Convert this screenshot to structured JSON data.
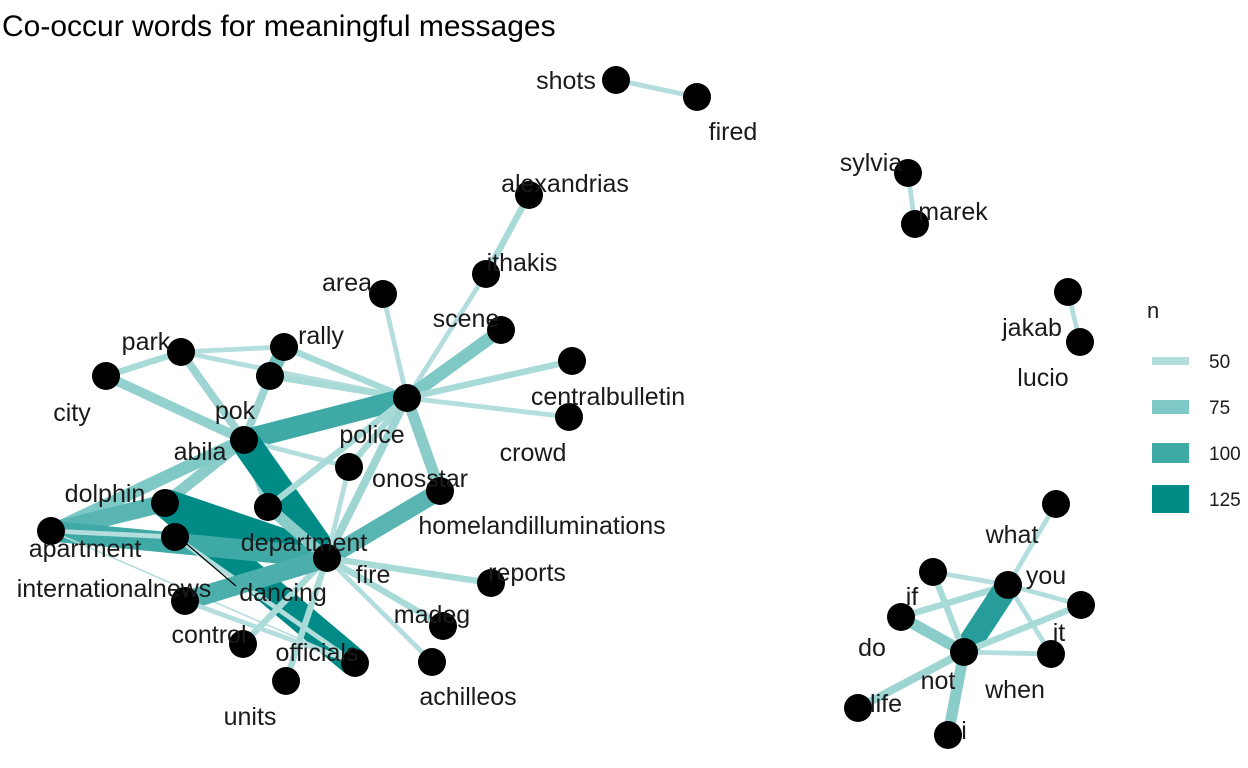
{
  "title": "Co-occur words for meaningful messages",
  "chart_data": {
    "type": "network",
    "legend": {
      "title": "n",
      "entries": [
        {
          "label": "50",
          "value": 50,
          "color": "#b3dedd"
        },
        {
          "label": "75",
          "value": 75,
          "color": "#7ec8c5"
        },
        {
          "label": "100",
          "value": 100,
          "color": "#3fa9a6"
        },
        {
          "label": "125",
          "value": 125,
          "color": "#008b87"
        }
      ]
    },
    "nodes": [
      {
        "id": "shots",
        "label": "shots"
      },
      {
        "id": "fired",
        "label": "fired"
      },
      {
        "id": "sylvia",
        "label": "sylvia"
      },
      {
        "id": "marek",
        "label": "marek"
      },
      {
        "id": "alexandrias",
        "label": "alexandrias"
      },
      {
        "id": "ithakis",
        "label": "ithakis"
      },
      {
        "id": "area",
        "label": "area"
      },
      {
        "id": "scene",
        "label": "scene"
      },
      {
        "id": "jakab",
        "label": "jakab"
      },
      {
        "id": "lucio",
        "label": "lucio"
      },
      {
        "id": "park",
        "label": "park"
      },
      {
        "id": "rally",
        "label": "rally"
      },
      {
        "id": "city",
        "label": "city"
      },
      {
        "id": "pok",
        "label": "pok"
      },
      {
        "id": "centralbulletin",
        "label": "centralbulletin"
      },
      {
        "id": "police",
        "label": "police"
      },
      {
        "id": "crowd",
        "label": "crowd"
      },
      {
        "id": "abila",
        "label": "abila"
      },
      {
        "id": "onosstar",
        "label": "onosstar"
      },
      {
        "id": "homelandilluminations",
        "label": "homelandilluminations"
      },
      {
        "id": "dolphin",
        "label": "dolphin"
      },
      {
        "id": "department",
        "label": "department"
      },
      {
        "id": "apartment",
        "label": "apartment"
      },
      {
        "id": "internationalnews",
        "label": "internationalnews"
      },
      {
        "id": "dancing",
        "label": "dancing"
      },
      {
        "id": "fire",
        "label": "fire"
      },
      {
        "id": "reports",
        "label": "reports"
      },
      {
        "id": "control",
        "label": "control"
      },
      {
        "id": "madeg",
        "label": "madeg"
      },
      {
        "id": "officials",
        "label": "officials"
      },
      {
        "id": "achilleos",
        "label": "achilleos"
      },
      {
        "id": "units",
        "label": "units"
      },
      {
        "id": "what",
        "label": "what"
      },
      {
        "id": "you",
        "label": "you"
      },
      {
        "id": "if",
        "label": "if"
      },
      {
        "id": "it",
        "label": "it"
      },
      {
        "id": "do",
        "label": "do"
      },
      {
        "id": "not",
        "label": "not"
      },
      {
        "id": "when",
        "label": "when"
      },
      {
        "id": "life",
        "label": "life"
      },
      {
        "id": "i",
        "label": "i"
      }
    ],
    "edges": [
      {
        "source": "shots",
        "target": "fired",
        "n": 50
      },
      {
        "source": "sylvia",
        "target": "marek",
        "n": 50
      },
      {
        "source": "jakab",
        "target": "lucio",
        "n": 50
      },
      {
        "source": "alexandrias",
        "target": "ithakis",
        "n": 55
      },
      {
        "source": "ithakis",
        "target": "police",
        "n": 50
      },
      {
        "source": "area",
        "target": "police",
        "n": 50
      },
      {
        "source": "scene",
        "target": "police",
        "n": 75
      },
      {
        "source": "centralbulletin",
        "target": "police",
        "n": 55
      },
      {
        "source": "crowd",
        "target": "police",
        "n": 50
      },
      {
        "source": "park",
        "target": "police",
        "n": 50
      },
      {
        "source": "park",
        "target": "rally",
        "n": 50
      },
      {
        "source": "rally",
        "target": "police",
        "n": 55
      },
      {
        "source": "pok",
        "target": "police",
        "n": 55
      },
      {
        "source": "rally",
        "target": "pok",
        "n": 80
      },
      {
        "source": "park",
        "target": "abila",
        "n": 60
      },
      {
        "source": "city",
        "target": "park",
        "n": 55
      },
      {
        "source": "city",
        "target": "abila",
        "n": 65
      },
      {
        "source": "pok",
        "target": "abila",
        "n": 60
      },
      {
        "source": "abila",
        "target": "police",
        "n": 100
      },
      {
        "source": "abila",
        "target": "onosstar",
        "n": 50
      },
      {
        "source": "abila",
        "target": "dolphin",
        "n": 70
      },
      {
        "source": "abila",
        "target": "department",
        "n": 60
      },
      {
        "source": "abila",
        "target": "fire",
        "n": 125
      },
      {
        "source": "abila",
        "target": "apartment",
        "n": 75
      },
      {
        "source": "police",
        "target": "onosstar",
        "n": 55
      },
      {
        "source": "police",
        "target": "homelandilluminations",
        "n": 70
      },
      {
        "source": "police",
        "target": "fire",
        "n": 60
      },
      {
        "source": "police",
        "target": "department",
        "n": 55
      },
      {
        "source": "dolphin",
        "target": "fire",
        "n": 125
      },
      {
        "source": "dolphin",
        "target": "apartment",
        "n": 90
      },
      {
        "source": "dolphin",
        "target": "dancing",
        "n": 125
      },
      {
        "source": "apartment",
        "target": "fire",
        "n": 100
      },
      {
        "source": "apartment",
        "target": "dancing",
        "n": 40
      },
      {
        "source": "apartment",
        "target": "internationalnews",
        "n": 50
      },
      {
        "source": "internationalnews",
        "target": "dancing",
        "n": 50
      },
      {
        "source": "department",
        "target": "fire",
        "n": 70
      },
      {
        "source": "fire",
        "target": "homelandilluminations",
        "n": 90
      },
      {
        "source": "fire",
        "target": "reports",
        "n": 55
      },
      {
        "source": "fire",
        "target": "madeg",
        "n": 55
      },
      {
        "source": "fire",
        "target": "achilleos",
        "n": 50
      },
      {
        "source": "fire",
        "target": "officials",
        "n": 55
      },
      {
        "source": "fire",
        "target": "control",
        "n": 95
      },
      {
        "source": "fire",
        "target": "units",
        "n": 55
      },
      {
        "source": "fire",
        "target": "onosstar",
        "n": 50
      },
      {
        "source": "dancing",
        "target": "control",
        "n": 50
      },
      {
        "source": "what",
        "target": "you",
        "n": 50
      },
      {
        "source": "if",
        "target": "you",
        "n": 50
      },
      {
        "source": "do",
        "target": "you",
        "n": 55
      },
      {
        "source": "you",
        "target": "not",
        "n": 110
      },
      {
        "source": "you",
        "target": "it",
        "n": 50
      },
      {
        "source": "you",
        "target": "when",
        "n": 50
      },
      {
        "source": "if",
        "target": "not",
        "n": 55
      },
      {
        "source": "do",
        "target": "not",
        "n": 70
      },
      {
        "source": "it",
        "target": "not",
        "n": 55
      },
      {
        "source": "not",
        "target": "when",
        "n": 50
      },
      {
        "source": "not",
        "target": "life",
        "n": 60
      },
      {
        "source": "not",
        "target": "i",
        "n": 70
      }
    ]
  }
}
